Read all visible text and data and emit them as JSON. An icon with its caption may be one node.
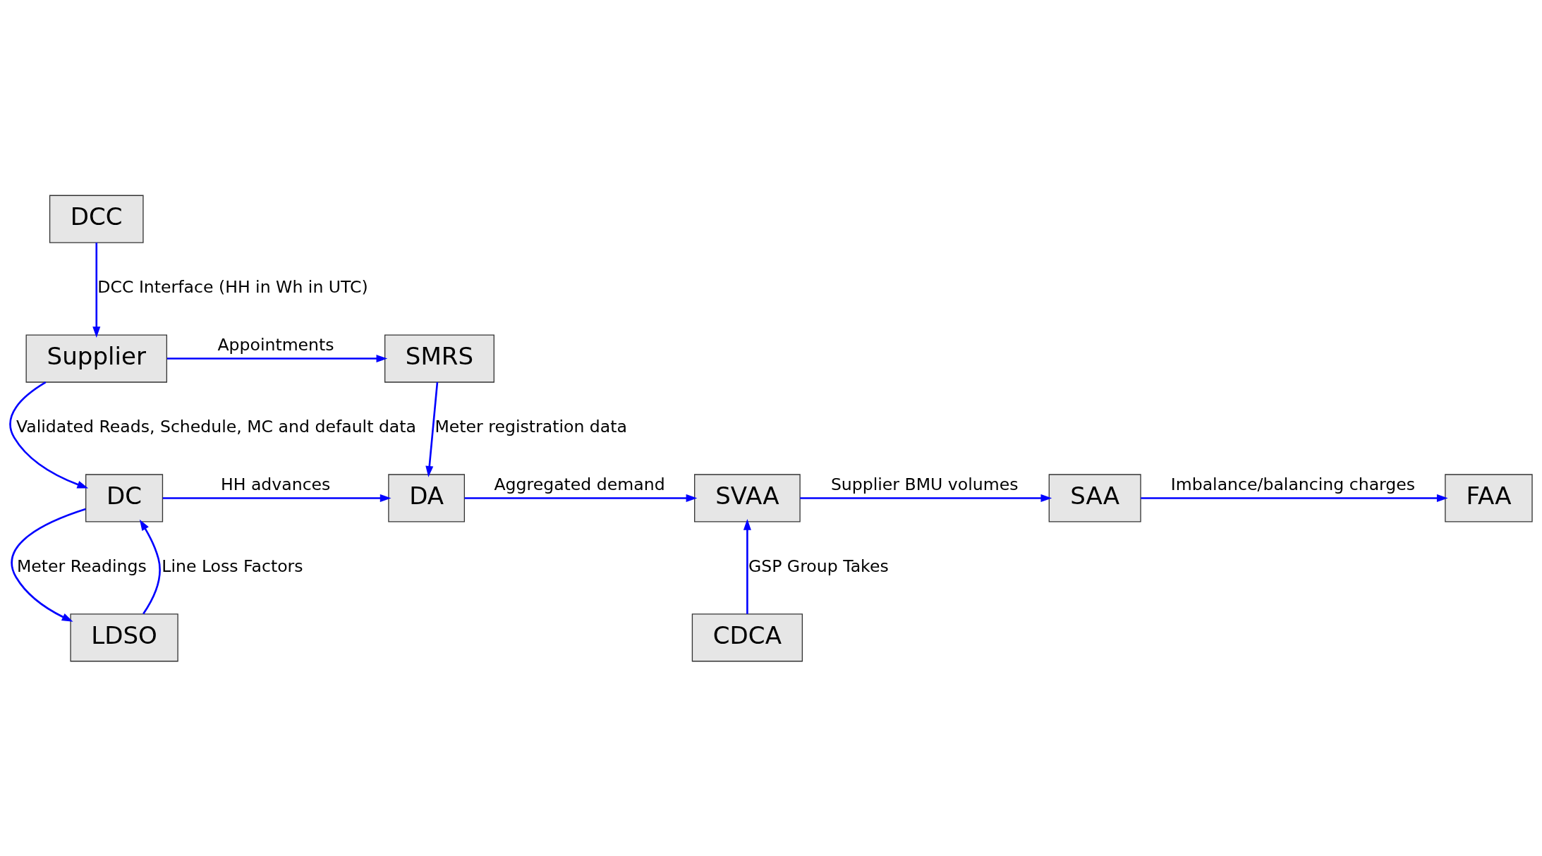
{
  "diagram": {
    "nodes": [
      {
        "text": [
          "DCC"
        ]
      },
      {
        "text": [
          "Supplier"
        ]
      },
      {
        "text": [
          "SMRS"
        ]
      },
      {
        "text": [
          "DC"
        ]
      },
      {
        "text": [
          "DA"
        ]
      },
      {
        "text": [
          "SVAA"
        ]
      },
      {
        "text": [
          "SAA"
        ]
      },
      {
        "text": [
          "FAA"
        ]
      },
      {
        "text": [
          "LDSO"
        ]
      },
      {
        "text": [
          "CDCA"
        ]
      }
    ],
    "edges": [
      {
        "from": 0,
        "to": 1,
        "arrow": "to",
        "label": "DCC Interface (HH in Wh in UTC)"
      },
      {
        "from": 1,
        "to": 2,
        "arrow": "to",
        "label": "Appointments"
      },
      {
        "from": 1,
        "to": 3,
        "arrow": "to",
        "label": "Validated Reads, Schedule, MC and default data"
      },
      {
        "from": 2,
        "to": 4,
        "arrow": "to",
        "label": "Meter registration data"
      },
      {
        "from": 3,
        "to": 4,
        "arrow": "to",
        "label": "HH advances"
      },
      {
        "from": 4,
        "to": 5,
        "arrow": "to",
        "label": "Aggregated demand"
      },
      {
        "from": 5,
        "to": 6,
        "arrow": "to",
        "label": "Supplier BMU volumes"
      },
      {
        "from": 6,
        "to": 7,
        "arrow": "to",
        "label": "Imbalance/balancing charges"
      },
      {
        "from": 3,
        "to": 8,
        "arrow": "to",
        "label": "Meter Readings"
      },
      {
        "from": 8,
        "to": 3,
        "arrow": "to",
        "label": "Line Loss Factors"
      },
      {
        "from": 9,
        "to": 5,
        "arrow": "to",
        "label": "GSP Group Takes"
      }
    ]
  }
}
